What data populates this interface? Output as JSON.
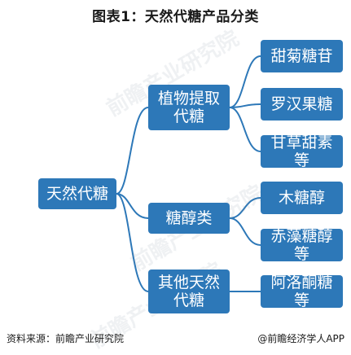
{
  "title": "图表1：天然代糖产品分类",
  "root": "天然代糖",
  "categories": [
    {
      "label": "植物提取代糖",
      "children": [
        "甜菊糖苷",
        "罗汉果糖",
        "甘草甜素等"
      ]
    },
    {
      "label": "糖醇类",
      "children": [
        "木糖醇",
        "赤藻糖醇等"
      ]
    },
    {
      "label": "其他天然代糖",
      "children": [
        "阿洛酮糖等"
      ]
    }
  ],
  "footer": {
    "source": "资料来源：前瞻产业研究院",
    "credit": "@前瞻经济学人APP"
  },
  "watermark_text": "前瞻产业研究院",
  "colors": {
    "node_fill": "#2d78b8",
    "node_text": "#ffffff",
    "connector": "#2d78b8"
  }
}
